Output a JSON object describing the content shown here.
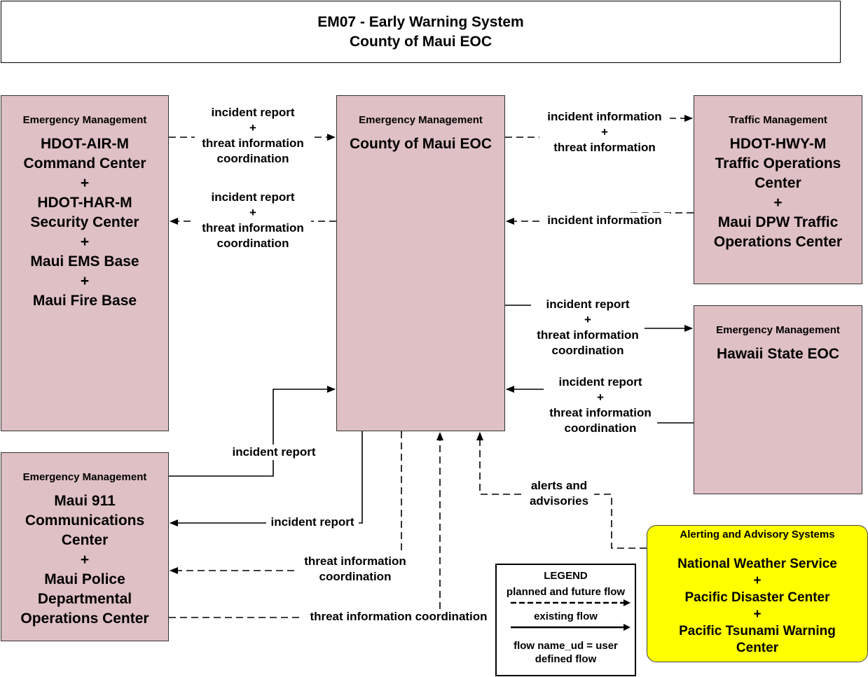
{
  "title": {
    "line1": "EM07 - Early Warning System",
    "line2": "County of Maui EOC"
  },
  "nodes": {
    "hdot_air": {
      "category": "Emergency Management",
      "name": "HDOT-AIR-M\nCommand Center\n+\nHDOT-HAR-M\nSecurity Center\n+\nMaui EMS Base\n+\nMaui Fire Base"
    },
    "county_eoc": {
      "category": "Emergency Management",
      "name": "County of Maui EOC"
    },
    "traffic": {
      "category": "Traffic Management",
      "name": "HDOT-HWY-M\nTraffic Operations\nCenter\n+\nMaui DPW Traffic\nOperations Center"
    },
    "state_eoc": {
      "category": "Emergency Management",
      "name": "Hawaii State EOC"
    },
    "maui911": {
      "category": "Emergency Management",
      "name": "Maui 911\nCommunications\nCenter\n+\nMaui Police\nDepartmental\nOperations Center"
    },
    "alerting": {
      "category": "Alerting and Advisory Systems",
      "name": "National Weather Service\n+\nPacific Disaster Center\n+\nPacific Tsunami Warning\nCenter"
    }
  },
  "flows": {
    "air_to_eoc": "incident report\n+\nthreat information\ncoordination",
    "eoc_to_air": "incident report\n+\nthreat information\ncoordination",
    "eoc_to_traffic": "incident information\n+\nthreat information",
    "traffic_to_eoc": "incident information",
    "eoc_to_state": "incident report\n+\nthreat information\ncoordination",
    "state_to_eoc": "incident report\n+\nthreat information\ncoordination",
    "m911_to_eoc": "incident report",
    "eoc_to_m911": "incident report",
    "eoc_to_m911_threat": "threat information\ncoordination",
    "m911_to_eoc_threat": "threat information coordination",
    "alerts_to_eoc": "alerts and\nadvisories"
  },
  "legend": {
    "title": "LEGEND",
    "planned": "planned and future flow",
    "existing": "existing flow",
    "user_defined": "flow name_ud = user\ndefined flow"
  },
  "colors": {
    "node_fill": "#dfc0c4",
    "alerting_fill": "#ffff00"
  }
}
